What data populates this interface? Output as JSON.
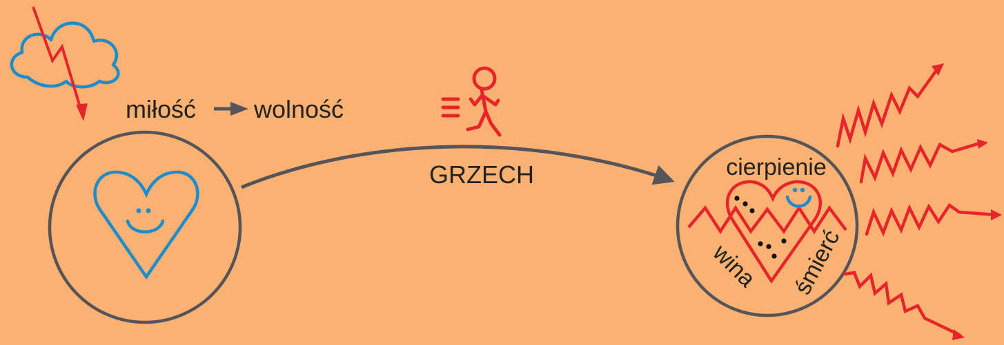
{
  "background_color": "#fbb172",
  "colors": {
    "dark": "#555559",
    "blue": "#1d8ccd",
    "red": "#e8242b",
    "text": "#222222"
  },
  "labels": {
    "love": "miłość",
    "freedom": "wolność",
    "sin": "GRZECH",
    "suffering": "cierpienie",
    "guilt": "wina",
    "death": "śmierć"
  },
  "icons": {
    "cloud": "cloud-icon",
    "lightning": "lightning-icon",
    "running_person": "running-person-icon",
    "happy_heart": "smiling-heart-icon",
    "broken_heart": "broken-heart-icon",
    "rays": "zigzag-ray-icon"
  }
}
